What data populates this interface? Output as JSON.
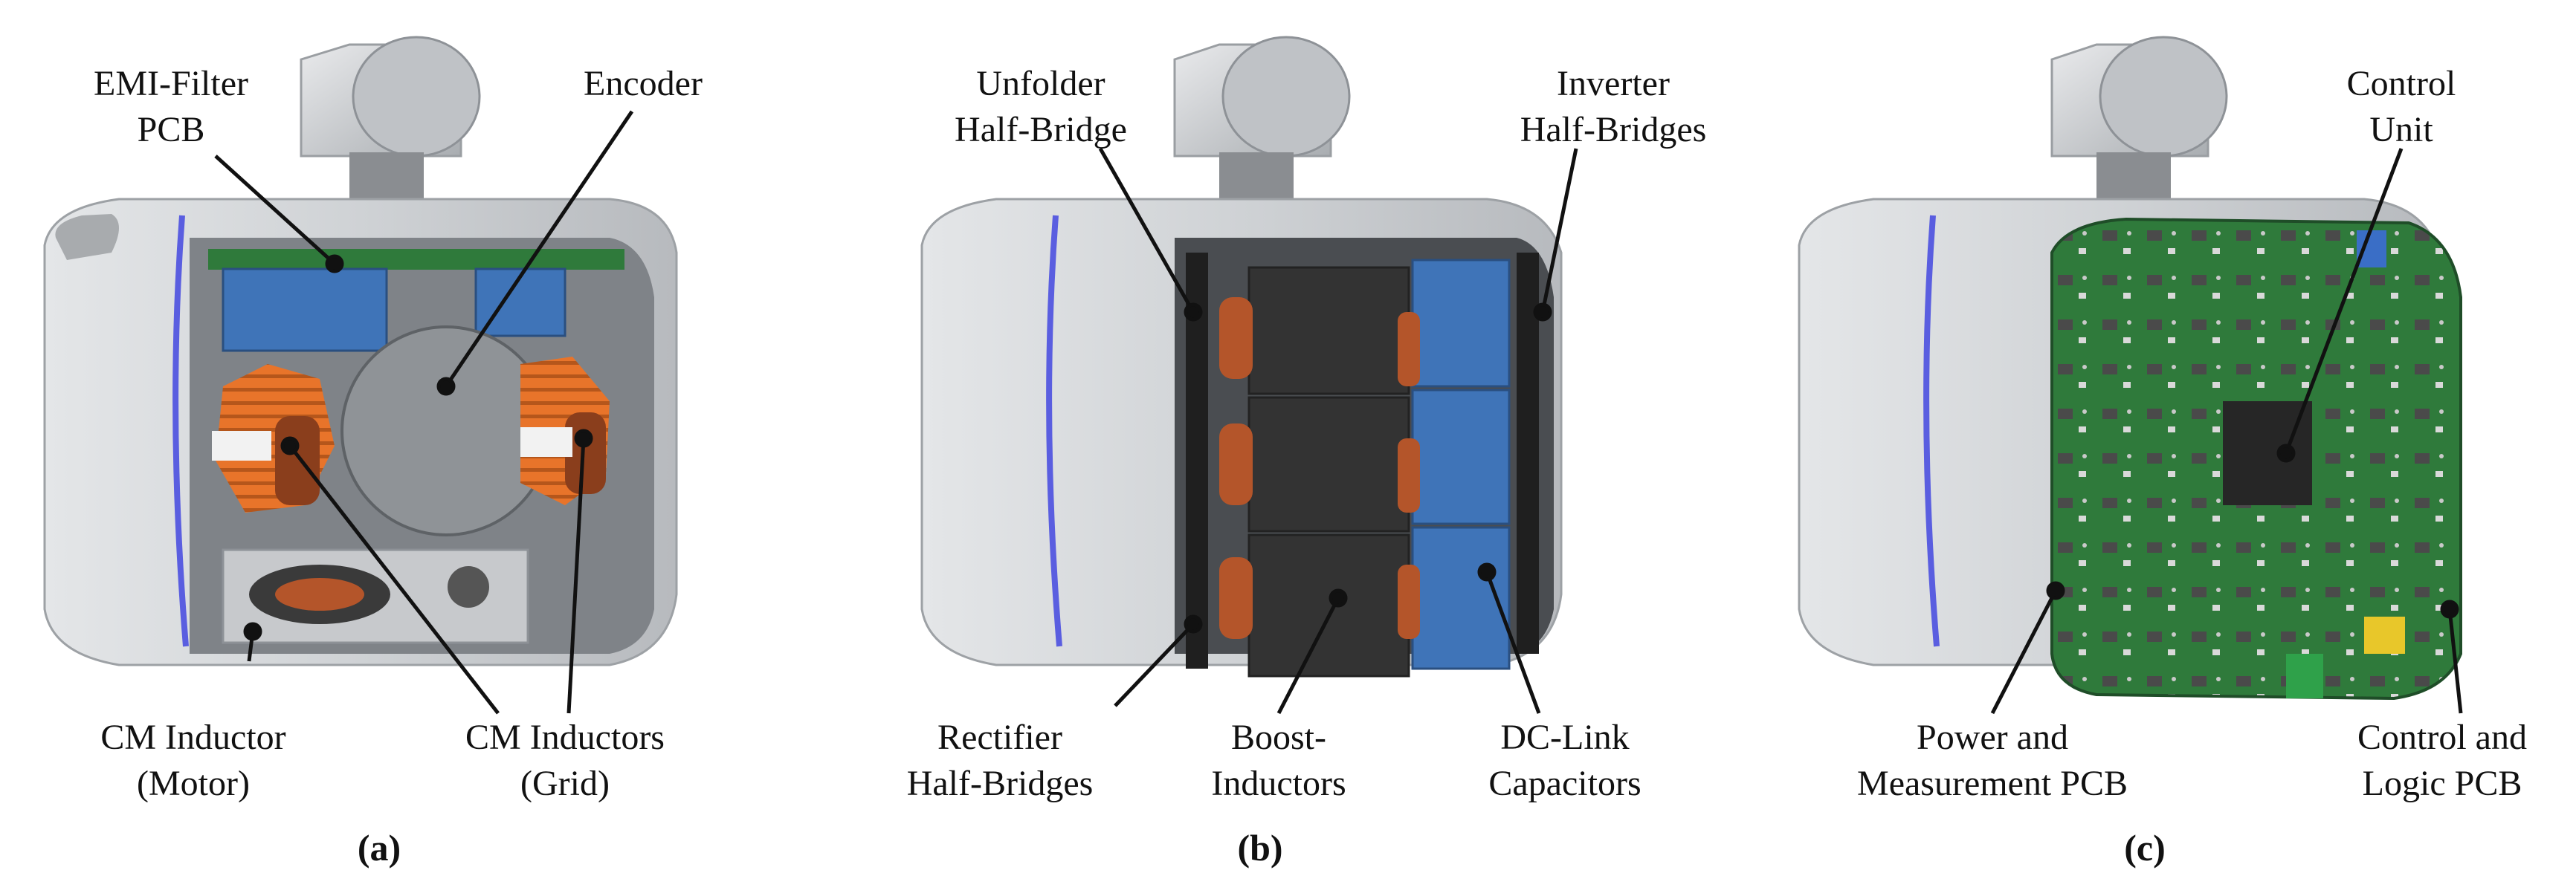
{
  "panels": [
    {
      "caption": "(a)",
      "labels": {
        "emi_filter": [
          "EMI-Filter",
          "PCB"
        ],
        "encoder": [
          "Encoder"
        ],
        "cm_motor": [
          "CM Inductor",
          "(Motor)"
        ],
        "cm_grid": [
          "CM Inductors",
          "(Grid)"
        ]
      }
    },
    {
      "caption": "(b)",
      "labels": {
        "unfolder": [
          "Unfolder",
          "Half-Bridge"
        ],
        "inverter": [
          "Inverter",
          "Half-Bridges"
        ],
        "rectifier": [
          "Rectifier",
          "Half-Bridges"
        ],
        "boost": [
          "Boost-",
          "Inductors"
        ],
        "dclink": [
          "DC-Link",
          "Capacitors"
        ]
      }
    },
    {
      "caption": "(c)",
      "labels": {
        "control_unit": [
          "Control",
          "Unit"
        ],
        "power_pcb": [
          "Power and",
          "Measurement PCB"
        ],
        "logic_pcb": [
          "Control and",
          "Logic PCB"
        ]
      }
    }
  ],
  "colors": {
    "housing": "#c9ccd0",
    "housing_dark": "#8e9297",
    "pcb_green": "#2f7a3b",
    "capacitor_blue": "#3f74b8",
    "inductor_copper": "#b4552a",
    "heatsink_orange": "#e8742a",
    "inductor_dark": "#333333",
    "accent_blue": "#5a5ee0"
  }
}
